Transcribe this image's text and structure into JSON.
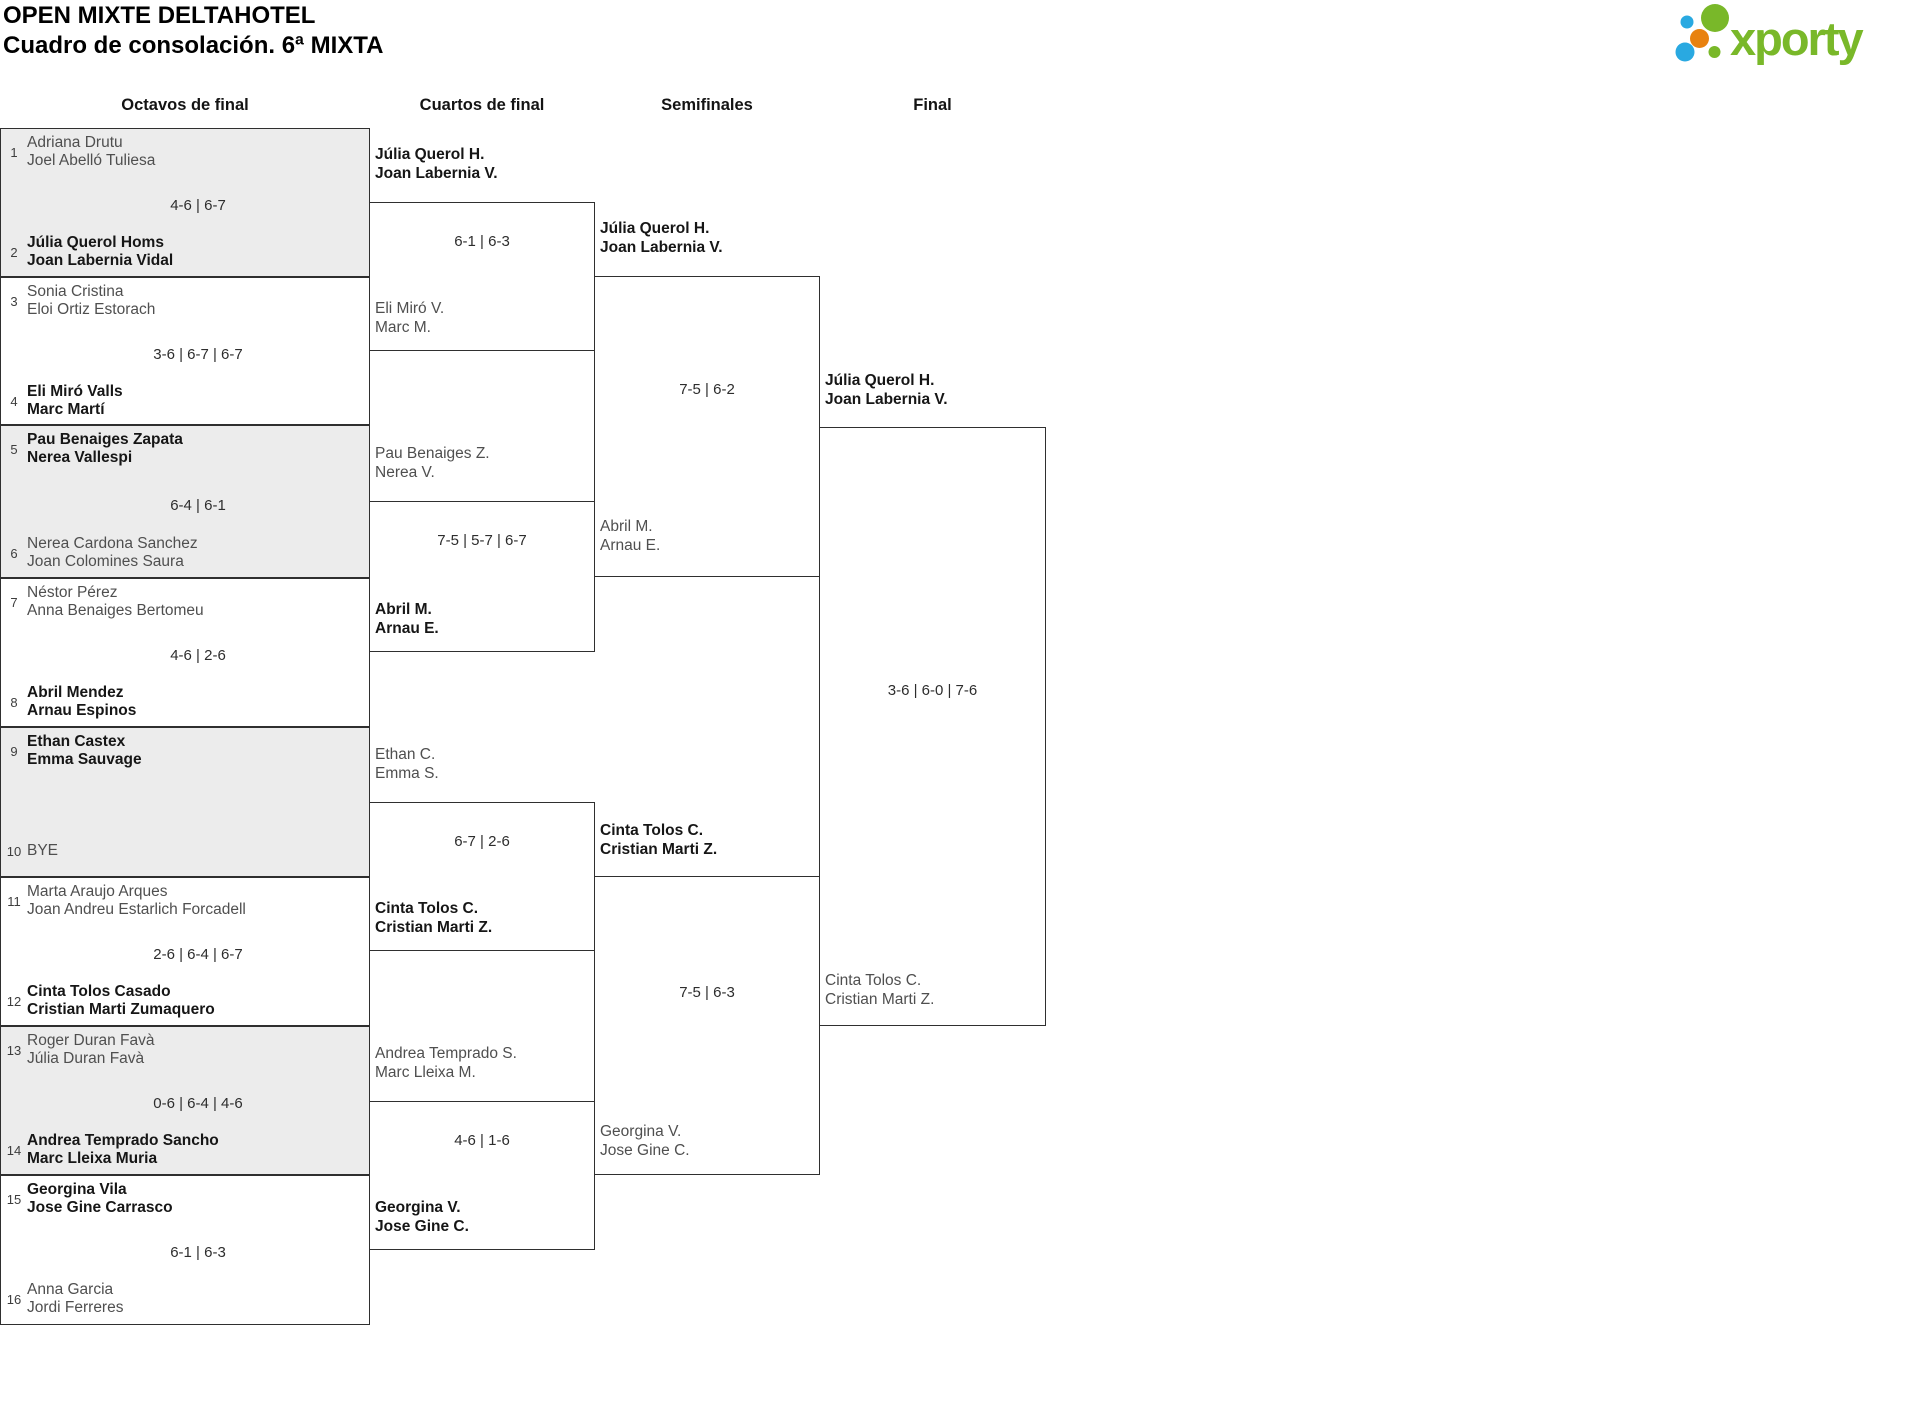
{
  "header": {
    "title": "OPEN MIXTE DELTAHOTEL",
    "subtitle": "Cuadro de consolación. 6ª MIXTA"
  },
  "brand": {
    "name": "xporty"
  },
  "colors": {
    "brand_green": "#79b829",
    "brand_blue": "#29a9e1",
    "brand_orange": "#e8820f",
    "shade_gray": "#ececec",
    "line": "#2f2f2f",
    "loser_text": "#4f4f4f",
    "winner_text": "#161616"
  },
  "round_headers": [
    "Octavos de final",
    "Cuartos de final",
    "Semifinales",
    "Final"
  ],
  "r16": [
    {
      "seed_a": "1",
      "team_a": [
        "Adriana Drutu",
        "Joel Abelló Tuliesa"
      ],
      "seed_b": "2",
      "team_b": [
        "Júlia Querol Homs",
        "Joan Labernia Vidal"
      ],
      "score": "4-6 | 6-7",
      "winner": "b"
    },
    {
      "seed_a": "3",
      "team_a": [
        "Sonia Cristina",
        "Eloi Ortiz Estorach"
      ],
      "seed_b": "4",
      "team_b": [
        "Eli Miró Valls",
        "Marc Martí"
      ],
      "score": "3-6 | 6-7 | 6-7",
      "winner": "b"
    },
    {
      "seed_a": "5",
      "team_a": [
        "Pau Benaiges Zapata",
        "Nerea Vallespi"
      ],
      "seed_b": "6",
      "team_b": [
        "Nerea Cardona Sanchez",
        "Joan Colomines Saura"
      ],
      "score": "6-4 | 6-1",
      "winner": "a"
    },
    {
      "seed_a": "7",
      "team_a": [
        "Néstor Pérez",
        "Anna Benaiges Bertomeu"
      ],
      "seed_b": "8",
      "team_b": [
        "Abril Mendez",
        "Arnau Espinos"
      ],
      "score": "4-6 | 2-6",
      "winner": "b"
    },
    {
      "seed_a": "9",
      "team_a": [
        "Ethan Castex",
        "Emma Sauvage"
      ],
      "seed_b": "10",
      "team_b": [
        "BYE"
      ],
      "score": "",
      "winner": "a"
    },
    {
      "seed_a": "11",
      "team_a": [
        "Marta Araujo Arques",
        "Joan Andreu Estarlich Forcadell"
      ],
      "seed_b": "12",
      "team_b": [
        "Cinta Tolos Casado",
        "Cristian Marti Zumaquero"
      ],
      "score": "2-6 | 6-4 | 6-7",
      "winner": "b"
    },
    {
      "seed_a": "13",
      "team_a": [
        "Roger Duran Favà",
        "Júlia Duran Favà"
      ],
      "seed_b": "14",
      "team_b": [
        "Andrea Temprado Sancho",
        "Marc Lleixa Muria"
      ],
      "score": "0-6 | 6-4 | 4-6",
      "winner": "b"
    },
    {
      "seed_a": "15",
      "team_a": [
        "Georgina Vila",
        "Jose Gine Carrasco"
      ],
      "seed_b": "16",
      "team_b": [
        "Anna Garcia",
        "Jordi Ferreres"
      ],
      "score": "6-1 | 6-3",
      "winner": "a"
    }
  ],
  "qf": [
    {
      "team_a": [
        "Júlia Querol H.",
        "Joan Labernia V."
      ],
      "team_b": [
        "Eli Miró V.",
        "Marc M."
      ],
      "score": "6-1 | 6-3",
      "winner": "a"
    },
    {
      "team_a": [
        "Pau Benaiges Z.",
        "Nerea V."
      ],
      "team_b": [
        "Abril M.",
        "Arnau E."
      ],
      "score": "7-5 | 5-7 | 6-7",
      "winner": "b"
    },
    {
      "team_a": [
        "Ethan C.",
        "Emma S."
      ],
      "team_b": [
        "Cinta Tolos C.",
        "Cristian Marti Z."
      ],
      "score": "6-7 | 2-6",
      "winner": "b"
    },
    {
      "team_a": [
        "Andrea Temprado S.",
        "Marc Lleixa M."
      ],
      "team_b": [
        "Georgina V.",
        "Jose Gine C."
      ],
      "score": "4-6 | 1-6",
      "winner": "b"
    }
  ],
  "sf": [
    {
      "team_a": [
        "Júlia Querol H.",
        "Joan Labernia V."
      ],
      "team_b": [
        "Abril M.",
        "Arnau E."
      ],
      "score": "7-5 | 6-2",
      "winner": "a"
    },
    {
      "team_a": [
        "Cinta Tolos C.",
        "Cristian Marti Z."
      ],
      "team_b": [
        "Georgina V.",
        "Jose Gine C."
      ],
      "score": "7-5 | 6-3",
      "winner": "a"
    }
  ],
  "final": {
    "team_a": [
      "Júlia Querol H.",
      "Joan Labernia V."
    ],
    "team_b": [
      "Cinta Tolos C.",
      "Cristian Marti Z."
    ],
    "score": "3-6 | 6-0 | 7-6",
    "winner": "a"
  }
}
